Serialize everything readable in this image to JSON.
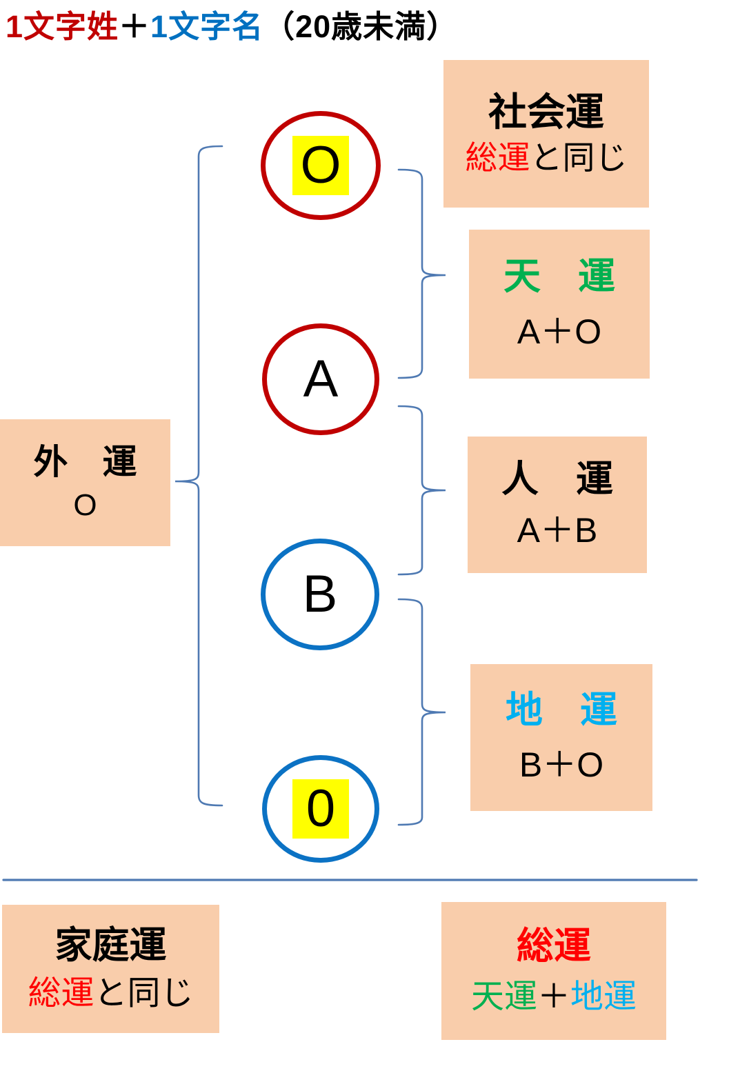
{
  "title": {
    "segments": [
      {
        "text": "1文字姓",
        "color": "#C00000"
      },
      {
        "text": "＋",
        "color": "#000000"
      },
      {
        "text": "1文字名",
        "color": "#0070C0"
      },
      {
        "text": "（20歳未満）",
        "color": "#000000"
      }
    ]
  },
  "circles": [
    {
      "label": "O",
      "ring_color": "#C00000",
      "highlighted": true
    },
    {
      "label": "A",
      "ring_color": "#C00000",
      "highlighted": false
    },
    {
      "label": "B",
      "ring_color": "#0B72C4",
      "highlighted": false
    },
    {
      "label": "0",
      "ring_color": "#0B72C4",
      "highlighted": true
    }
  ],
  "fortune_boxes": {
    "shakai": {
      "title": "社会運",
      "title_color": "#000000",
      "formula": [
        {
          "text": "総運",
          "color": "#FF0000"
        },
        {
          "text": "と同じ",
          "color": "#000000"
        }
      ]
    },
    "ten": {
      "title": "天　運",
      "title_color": "#00B050",
      "formula": [
        {
          "text": "A＋O",
          "color": "#000000"
        }
      ]
    },
    "jin": {
      "title": "人　運",
      "title_color": "#000000",
      "formula": [
        {
          "text": "A＋B",
          "color": "#000000"
        }
      ]
    },
    "chi": {
      "title": "地　運",
      "title_color": "#00B0F0",
      "formula": [
        {
          "text": "B＋O",
          "color": "#000000"
        }
      ]
    },
    "gai": {
      "title": "外　運",
      "title_color": "#000000",
      "formula": [
        {
          "text": "O",
          "color": "#000000"
        }
      ]
    },
    "katei": {
      "title": "家庭運",
      "title_color": "#000000",
      "formula": [
        {
          "text": "総運",
          "color": "#FF0000"
        },
        {
          "text": "と同じ",
          "color": "#000000"
        }
      ]
    },
    "sou": {
      "title": "総運",
      "title_color": "#FF0000",
      "formula": [
        {
          "text": "天運",
          "color": "#00B050"
        },
        {
          "text": "＋",
          "color": "#000000"
        },
        {
          "text": "地運",
          "color": "#00B0F0"
        }
      ]
    }
  },
  "colors": {
    "black": "#000000",
    "dark-red": "#C00000",
    "red": "#FF0000",
    "blue": "#0070C0",
    "circle-blue": "#0B72C4",
    "green": "#00B050",
    "cyan": "#00B0F0",
    "peach": "#F9CDAB",
    "yellow": "#FFFF00",
    "brace": "#4E79B2",
    "bg": "#FFFFFF"
  }
}
